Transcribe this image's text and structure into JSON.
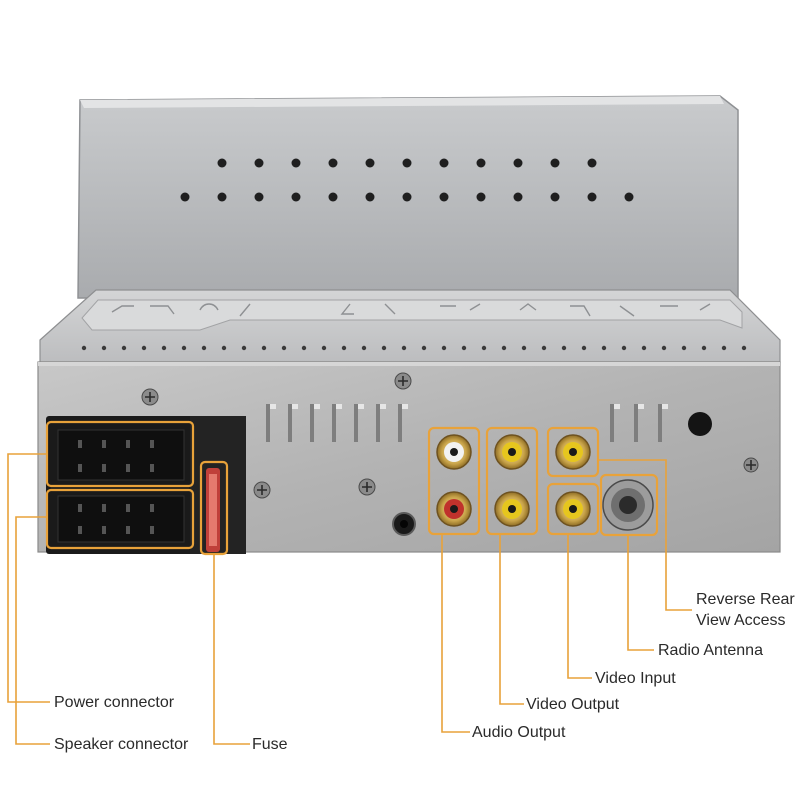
{
  "labels": {
    "power_connector": "Power connector",
    "speaker_connector": "Speaker connector",
    "fuse": "Fuse",
    "audio_output": "Audio Output",
    "video_output": "Video Output",
    "video_input": "Video Input",
    "radio_antenna": "Radio Antenna",
    "reverse_rear_line1": "Reverse Rear",
    "reverse_rear_line2": "View Access"
  },
  "colors": {
    "callout": "#e8a23a",
    "background": "#ffffff",
    "panel": "#b9b9b9",
    "rca_white": "#f2f2f2",
    "rca_red": "#c0322c",
    "rca_yellow": "#e6c61e"
  }
}
